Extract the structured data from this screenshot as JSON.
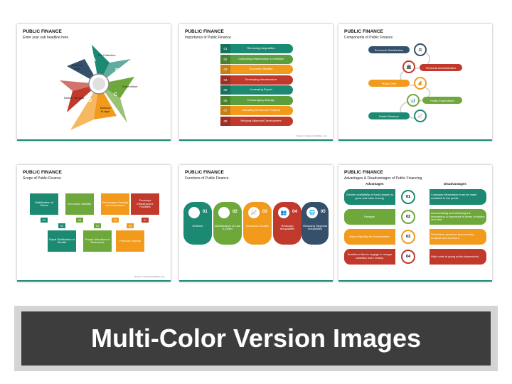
{
  "common_title": "PUBLIC FINANCE",
  "thumb1": {
    "subtitle": "Enter your sub headline here",
    "items": [
      {
        "letter": "A",
        "label": "Tax Collection",
        "color": "#1c8a73"
      },
      {
        "letter": "B",
        "label": "Expenditure",
        "color": "#6ea83b"
      },
      {
        "letter": "C",
        "label": "National Budget",
        "color": "#f29a1c"
      },
      {
        "letter": "D",
        "label": "Deficit / Surplus",
        "color": "#c0392b"
      },
      {
        "letter": "E",
        "label": "National Debt",
        "color": "#34506b"
      }
    ]
  },
  "thumb2": {
    "subtitle": "Importance of Public Finance",
    "items": [
      {
        "num": "01",
        "label": "Removing Inequalities",
        "color": "#1c8a73"
      },
      {
        "num": "02",
        "label": "Controlling Inflammation & Deflation",
        "color": "#5a9e3d"
      },
      {
        "num": "03",
        "label": "Economic Stability",
        "color": "#f29a1c"
      },
      {
        "num": "04",
        "label": "Developing Infrastructure",
        "color": "#c0392b"
      },
      {
        "num": "05",
        "label": "Increasing Export",
        "color": "#1c8a73"
      },
      {
        "num": "06",
        "label": "Encouraging Savings",
        "color": "#5a9e3d"
      },
      {
        "num": "07",
        "label": "Allocating Resources Properly",
        "color": "#f29a1c"
      },
      {
        "num": "08",
        "label": "Bringing Balanced Development",
        "color": "#c0392b"
      }
    ],
    "source": "Source: customervisitslides.com"
  },
  "thumb3": {
    "subtitle": "Components of Public Finance",
    "items": [
      {
        "label": "Economic Stabilization",
        "color": "#34506b",
        "icon": "⚖"
      },
      {
        "label": "Financial Administration",
        "color": "#c0392b",
        "icon": "🏛"
      },
      {
        "label": "Public Debt",
        "color": "#f29a1c",
        "icon": "💰"
      },
      {
        "label": "Public Expenditure",
        "color": "#6ea83b",
        "icon": "📊"
      },
      {
        "label": "Public Revenue",
        "color": "#1c8a73",
        "icon": "📈"
      }
    ]
  },
  "thumb4": {
    "subtitle": "Scope of Public Finance",
    "top": [
      {
        "label": "Stabilization of Prices",
        "num": "01",
        "color": "#1c8a73"
      },
      {
        "label": "Economic Stability",
        "num": "03",
        "color": "#6ea83b"
      },
      {
        "label": "Encourages Savings and Investment",
        "num": "05",
        "color": "#f29a1c"
      },
      {
        "label": "Develops Infrastructure Facilities",
        "num": "07",
        "color": "#c0392b"
      }
    ],
    "bottom": [
      {
        "label": "Equal Distribution of Wealth",
        "num": "02",
        "color": "#1c8a73"
      },
      {
        "label": "Proper Allocation of Resources",
        "num": "04",
        "color": "#6ea83b"
      },
      {
        "label": "Promote Exports",
        "num": "06",
        "color": "#f29a1c"
      }
    ],
    "source": "Source: customervisitslides.com"
  },
  "thumb5": {
    "subtitle": "Functions of Public Finance",
    "items": [
      {
        "num": "01",
        "label": "Defense",
        "color": "#1c8a73",
        "icon": "🛡"
      },
      {
        "num": "02",
        "label": "Maintenance of Law & Order",
        "color": "#6ea83b",
        "icon": "⚖"
      },
      {
        "num": "03",
        "label": "Economic Growth",
        "color": "#f29a1c",
        "icon": "📈"
      },
      {
        "num": "04",
        "label": "Reducing Inequalities",
        "color": "#c0392b",
        "icon": "👥"
      },
      {
        "num": "05",
        "label": "Reducing Regional Inequalities",
        "color": "#34506b",
        "icon": "🌐"
      }
    ]
  },
  "thumb6": {
    "subtitle": "Advantages & Disadvantages of Public Financing",
    "adv_head": "Advantages",
    "dis_head": "Disadvantages",
    "rows": [
      {
        "num": "01",
        "adv": "Greater availability of funds (easier to grow and raise money)",
        "dis": "Company information must be made available to the public.",
        "color": "#1c8a73"
      },
      {
        "num": "02",
        "adv": "Prestige.",
        "dis": "Accumulating and obtaining the information is expensive in terms of dollars and time.",
        "color": "#6ea83b"
      },
      {
        "num": "03",
        "adv": "Higher liquidity for shareholders.",
        "dis": "Shorthterm pressure from security analysts and investors.",
        "color": "#f29a1c"
      },
      {
        "num": "04",
        "adv": "Enables a firm to engage in merger activities more readily.",
        "dis": "High costs of going public (expensive)",
        "color": "#c0392b"
      }
    ]
  },
  "banner": {
    "text": "Multi-Color Version Images"
  }
}
